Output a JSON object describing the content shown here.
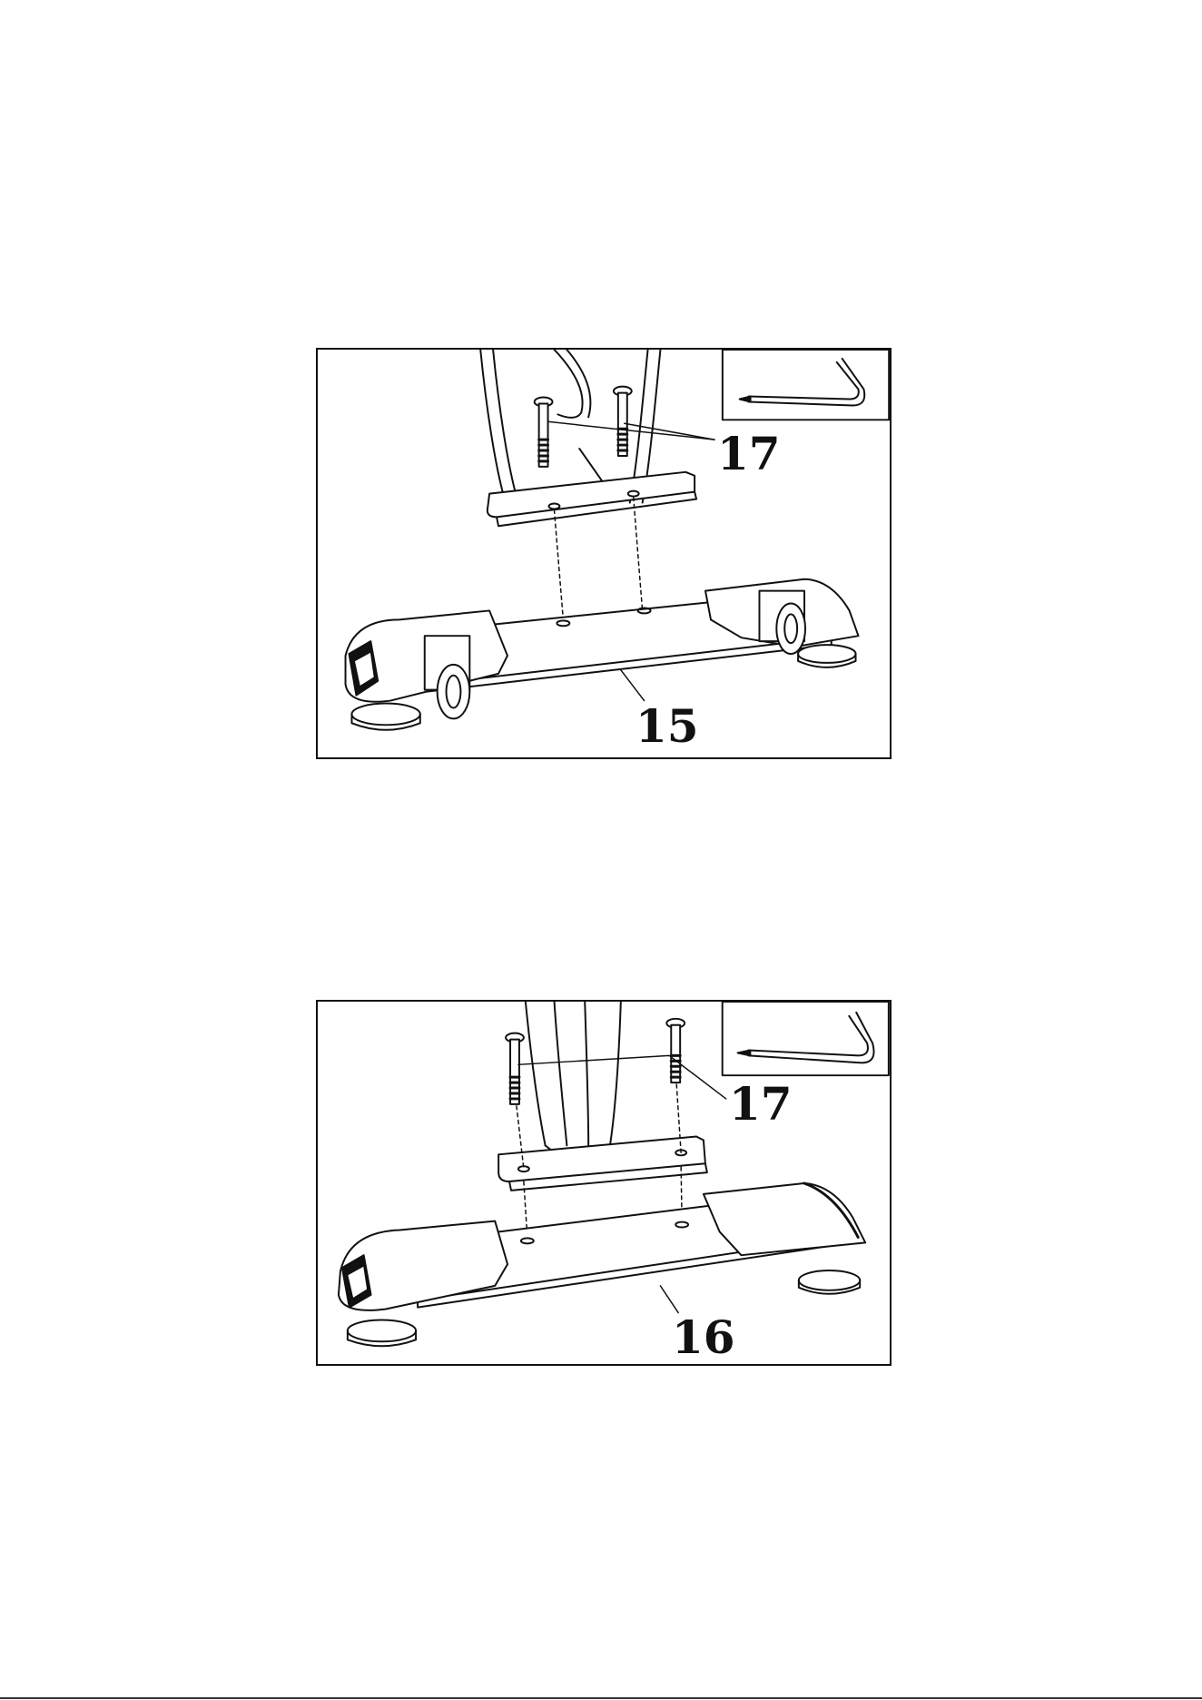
{
  "panels": [
    {
      "labels": {
        "fastener": "17",
        "base_part": "15"
      },
      "tool_icon": "l-shaped-screwdriver-icon",
      "has_wheels": true
    },
    {
      "labels": {
        "fastener": "17",
        "base_part": "16"
      },
      "tool_icon": "l-shaped-screwdriver-icon",
      "has_wheels": false
    }
  ],
  "colors": {
    "ink": "#111111",
    "paper": "#ffffff"
  }
}
